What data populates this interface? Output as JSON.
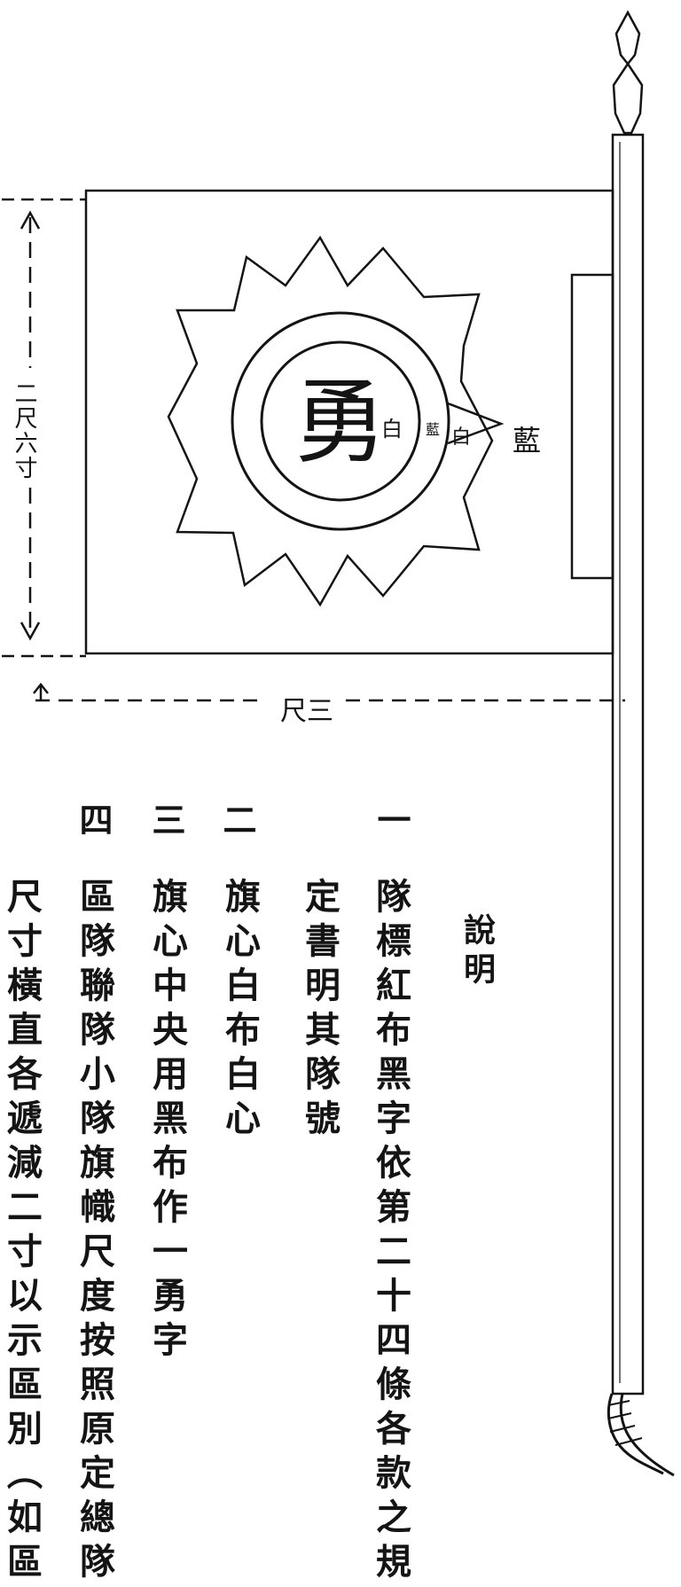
{
  "flag": {
    "center_char": "勇",
    "label_white_1": "白",
    "label_white_2": "白",
    "label_blue_small": "藍",
    "label_blue": "藍",
    "height_label": "二尺六寸",
    "width_label": "尺三"
  },
  "notes": {
    "heading": "說明",
    "items": [
      {
        "num": "一",
        "lines": [
          "隊標紅布黑字依第二十四條各款之規",
          "定書明其隊號"
        ]
      },
      {
        "num": "二",
        "lines": [
          "旗心白布白心"
        ]
      },
      {
        "num": "三",
        "lines": [
          "旗心中央用黑布作一勇字"
        ]
      },
      {
        "num": "四",
        "lines": [
          "區隊聯隊小隊旗幟尺度按照原定總隊",
          "尺寸橫直各遞減二寸以示區別（如區"
        ]
      }
    ]
  },
  "colors": {
    "ink": "#141414",
    "paper": "#ffffff"
  }
}
